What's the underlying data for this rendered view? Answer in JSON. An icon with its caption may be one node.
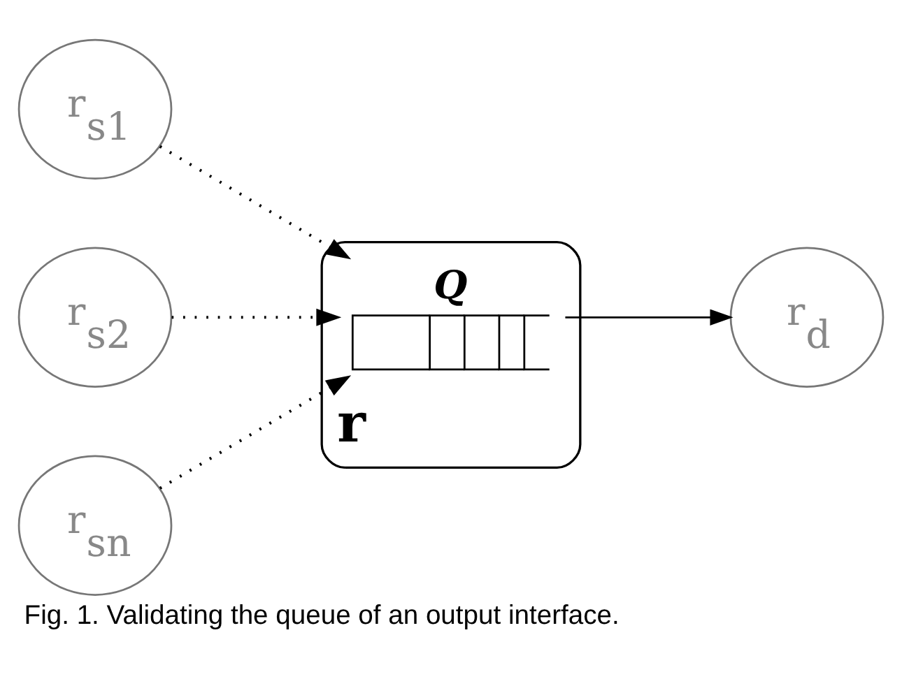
{
  "diagram": {
    "caption": "Fig. 1. Validating the queue of an output interface.",
    "nodes": [
      {
        "text": [
          "r$_{s1}$"
        ]
      },
      {
        "text": [
          "r$_{s2}$"
        ]
      },
      {
        "text": [
          "r$_{sn}$"
        ]
      },
      {
        "text": [
          "r"
        ]
      },
      {
        "text": [
          "*Q*"
        ],
        "in": 3
      },
      {
        "text": [
          "r$_{d}$"
        ]
      }
    ],
    "edges": [
      {
        "from": 0,
        "to": 4,
        "arrow": "to",
        "style": "dashed"
      },
      {
        "from": 1,
        "to": 4,
        "arrow": "to",
        "style": "dashed"
      },
      {
        "from": 2,
        "to": 4,
        "arrow": "to",
        "style": "dashed"
      },
      {
        "from": 4,
        "to": 5,
        "arrow": "to"
      }
    ]
  }
}
